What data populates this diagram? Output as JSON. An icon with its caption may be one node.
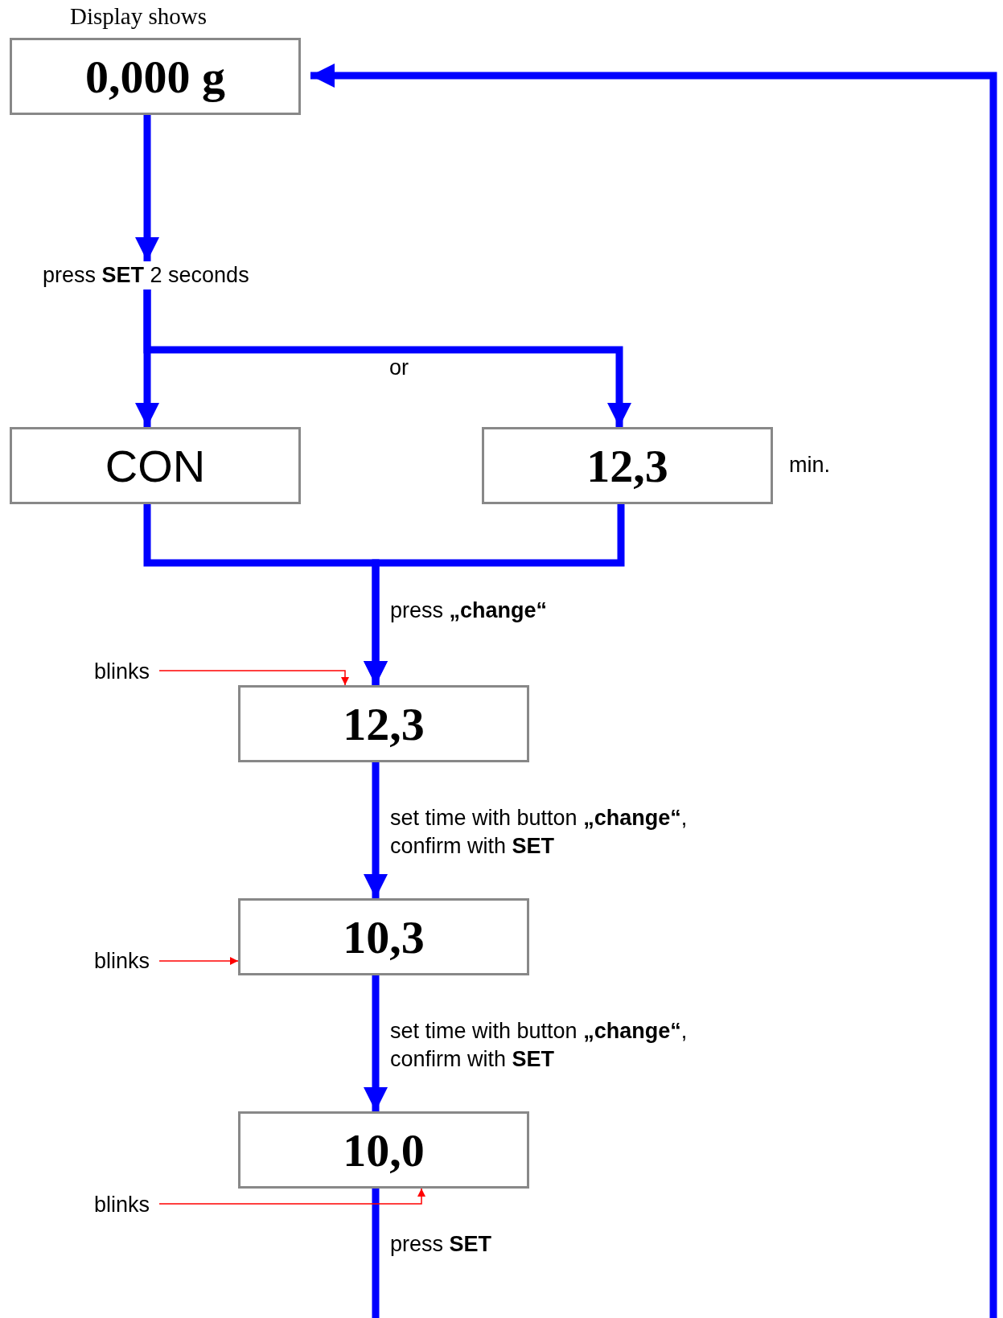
{
  "diagram": {
    "nodes": [
      {
        "text": [
          "Display shows",
          "0,000 g"
        ]
      },
      {
        "text": [
          "press **SET** 2 seconds"
        ]
      },
      {
        "text": [
          "CON"
        ]
      },
      {
        "text": [
          "12,3"
        ],
        "beside": [
          "min."
        ]
      },
      {
        "text": [
          "12,3"
        ]
      },
      {
        "text": [
          "10,3"
        ]
      },
      {
        "text": [
          "10,0"
        ]
      },
      {
        "text": [
          "blinks"
        ]
      },
      {
        "text": [
          "blinks"
        ]
      },
      {
        "text": [
          "blinks"
        ]
      }
    ],
    "edges": [
      {
        "from": 0,
        "to": 1,
        "arrow": "to"
      },
      {
        "from": 1,
        "to": 2,
        "arrow": "to"
      },
      {
        "from": 1,
        "to": 3,
        "arrow": "to",
        "label": "or"
      },
      {
        "from": 2,
        "to": 4,
        "arrow": "to",
        "label": "press **„change“**"
      },
      {
        "from": 3,
        "to": 4,
        "arrow": "to"
      },
      {
        "from": 4,
        "to": 5,
        "arrow": "to",
        "label": "set time with button **„change“**, confirm with **SET**"
      },
      {
        "from": 5,
        "to": 6,
        "arrow": "to",
        "label": "set time with button **„change“**, confirm with **SET**"
      },
      {
        "from": 6,
        "to": null,
        "arrow": "none",
        "label": "press **SET**"
      },
      {
        "from": null,
        "to": 0,
        "arrow": "to"
      },
      {
        "from": 7,
        "to": 4,
        "arrow": "to",
        "color": "#ff0000"
      },
      {
        "from": 8,
        "to": 5,
        "arrow": "to",
        "color": "#ff0000"
      },
      {
        "from": 9,
        "to": 6,
        "arrow": "to",
        "color": "#ff0000"
      }
    ]
  }
}
